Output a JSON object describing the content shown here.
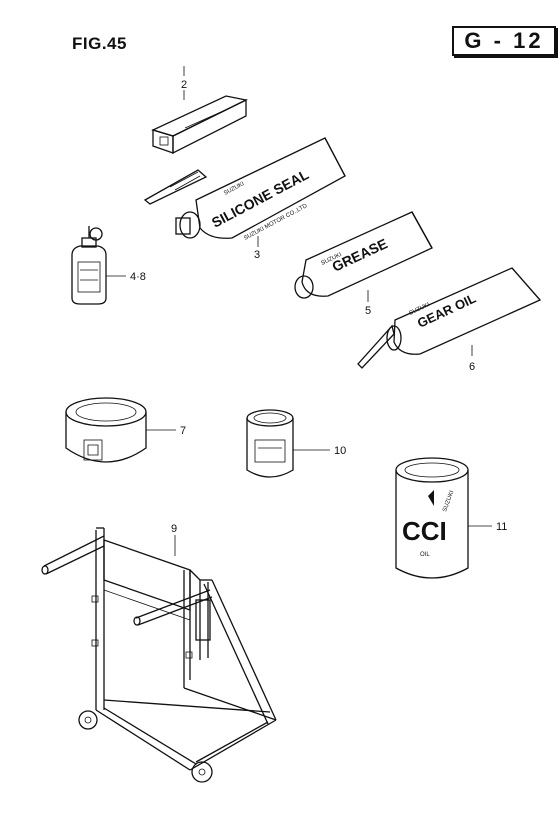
{
  "header": {
    "figure_title": "FIG.45",
    "page_code": "G - 12"
  },
  "callouts": {
    "p2": "2",
    "p3": "3",
    "p4_8": "4·8",
    "p5": "5",
    "p6": "6",
    "p7": "7",
    "p9": "9",
    "p10": "10",
    "p11": "11"
  },
  "product_labels": {
    "tube3_brand": "SUZUKI",
    "tube3_name": "SILICONE SEAL",
    "tube3_maker": "SUZUKI MOTOR CO.,LTD",
    "tube5_brand": "SUZUKI",
    "tube5_name": "GREASE",
    "tube6_brand": "SUZUKI",
    "tube6_name": "GEAR OIL",
    "can11_brand": "SUZUKI",
    "can11_name": "CCI",
    "can11_sub": "OIL"
  }
}
